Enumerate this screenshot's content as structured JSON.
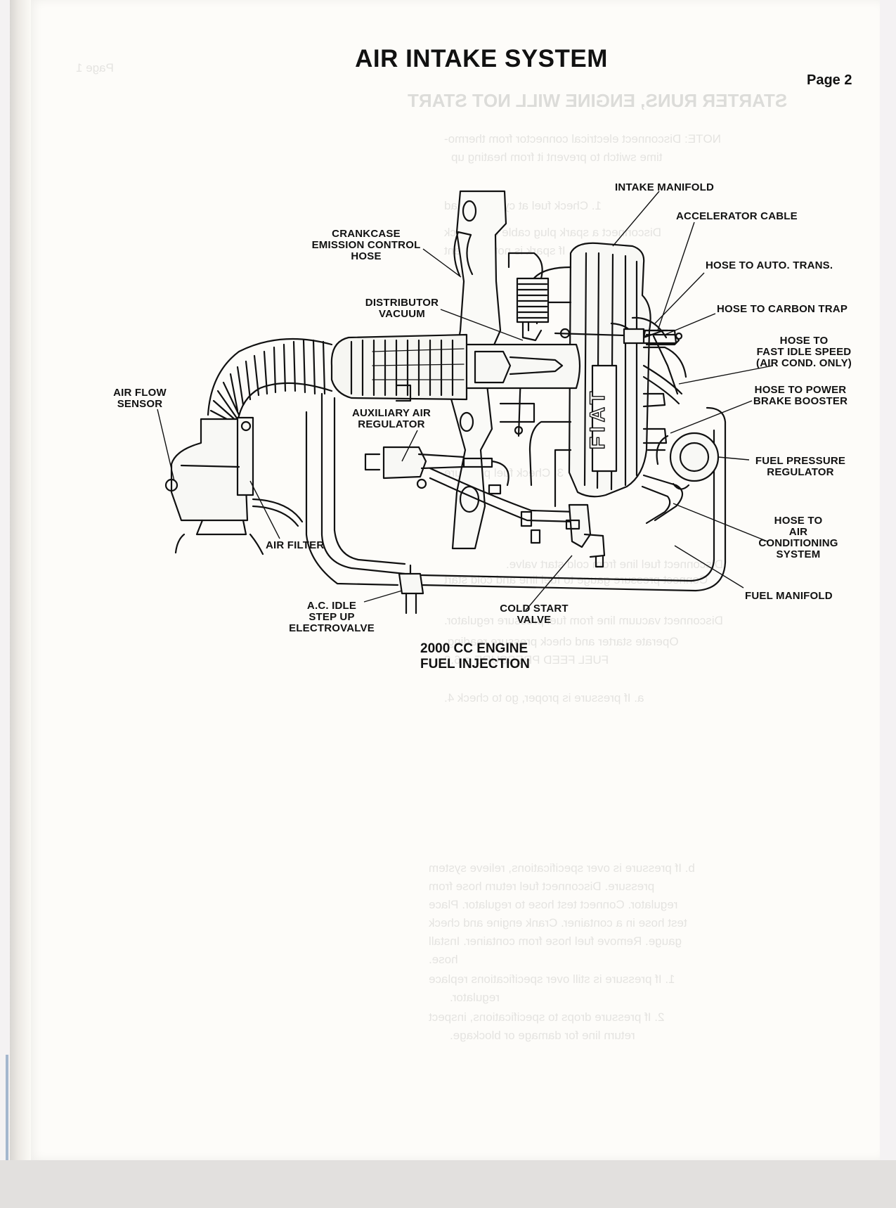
{
  "page": {
    "title": "AIR INTAKE SYSTEM",
    "page_number": "Page 2"
  },
  "diagram": {
    "caption": "2000 CC ENGINE\nFUEL INJECTION",
    "emblem": "FIAT",
    "labels": {
      "intake_manifold": "INTAKE MANIFOLD",
      "accelerator_cable": "ACCELERATOR CABLE",
      "crankcase_hose": "CRANKCASE\nEMISSION CONTROL\nHOSE",
      "hose_auto_trans": "HOSE TO AUTO. TRANS.",
      "distributor_vacuum": "DISTRIBUTOR\nVACUUM",
      "hose_carbon_trap": "HOSE TO CARBON TRAP",
      "hose_fast_idle": "HOSE TO\nFAST IDLE SPEED\n(AIR COND. ONLY)",
      "air_flow_sensor": "AIR FLOW\nSENSOR",
      "hose_power_brake": "HOSE TO POWER\nBRAKE BOOSTER",
      "auxiliary_air_regulator": "AUXILIARY AIR\nREGULATOR",
      "fuel_pressure_regulator": "FUEL PRESSURE\nREGULATOR",
      "hose_air_conditioning": "HOSE TO\nAIR\nCONDITIONING\nSYSTEM",
      "air_filter": "AIR FILTER",
      "fuel_manifold": "FUEL MANIFOLD",
      "ac_idle": "A.C. IDLE\nSTEP UP\nELECTROVALVE",
      "cold_start": "COLD START\nVALVE"
    }
  },
  "bleed_through": {
    "heading": "STARTER RUNS, ENGINE WILL NOT START",
    "side_page": "Page 1",
    "lines": [
      "NOTE: Disconnect electrical connector from thermo-",
      "time switch to prevent it from heating up",
      "1. Check fuel at cylinder head",
      "Disconnect a spark plug cable and check",
      "If spark is not sufficient",
      "3. Check fuel pressure",
      "Disconnect fuel line from cold start valve.",
      "Connect pressure gauge to fuel line and cold start",
      "Disconnect vacuum line from fuel pressure regulator.",
      "Operate starter and check pressure reading.",
      "FUEL FEED PRESSURE = 6.0",
      "a. If pressure is proper, go to check 4.",
      "b. If pressure is over specifications, relieve system",
      "pressure. Disconnect fuel return hose from",
      "regulator. Connect test hose to regulator. Place",
      "test hose in a container. Crank engine and check",
      "gauge. Remove fuel hose from container. Install",
      "hose.",
      "1. If pressure is still over specifications replace",
      "regulator.",
      "2. If pressure drops to specifications, inspect",
      "return line for damage or blockage."
    ]
  },
  "colors": {
    "ink": "#111111",
    "paper": "#fdfcf9",
    "bleed": "#6d6d6d"
  }
}
